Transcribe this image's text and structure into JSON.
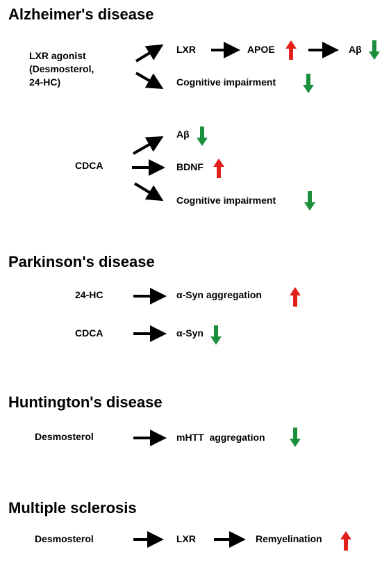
{
  "colors": {
    "arrow": "#000000",
    "increase": "#e3211c",
    "decrease": "#1a8f3c"
  },
  "alzheimers": {
    "title": "Alzheimer's disease",
    "lxr_agonist": {
      "line1": "LXR agonist",
      "line2": "(Desmosterol,",
      "line3": "24-HC)"
    },
    "lxr": "LXR",
    "apoe": {
      "label": "APOE",
      "direction": "up"
    },
    "abeta_1": {
      "label": "Aβ",
      "direction": "down"
    },
    "cognitive_1": {
      "label": "Cognitive impairment",
      "direction": "down"
    },
    "cdca": "CDCA",
    "abeta_2": {
      "label": "Aβ",
      "direction": "down"
    },
    "bdnf": {
      "label": "BDNF",
      "direction": "up"
    },
    "cognitive_2": {
      "label": "Cognitive impairment",
      "direction": "down"
    }
  },
  "parkinsons": {
    "title": "Parkinson's disease",
    "hc24": "24-HC",
    "asyn_aggregation": {
      "label": "α-Syn aggregation",
      "direction": "up"
    },
    "cdca": "CDCA",
    "asyn": {
      "label": "α-Syn",
      "direction": "down"
    }
  },
  "huntingtons": {
    "title": "Huntington's disease",
    "desmosterol": "Desmosterol",
    "mhtt": {
      "label": "mHTT  aggregation",
      "direction": "down"
    }
  },
  "ms": {
    "title": "Multiple sclerosis",
    "desmosterol": "Desmosterol",
    "lxr": "LXR",
    "remyelination": {
      "label": "Remyelination",
      "direction": "up"
    }
  }
}
